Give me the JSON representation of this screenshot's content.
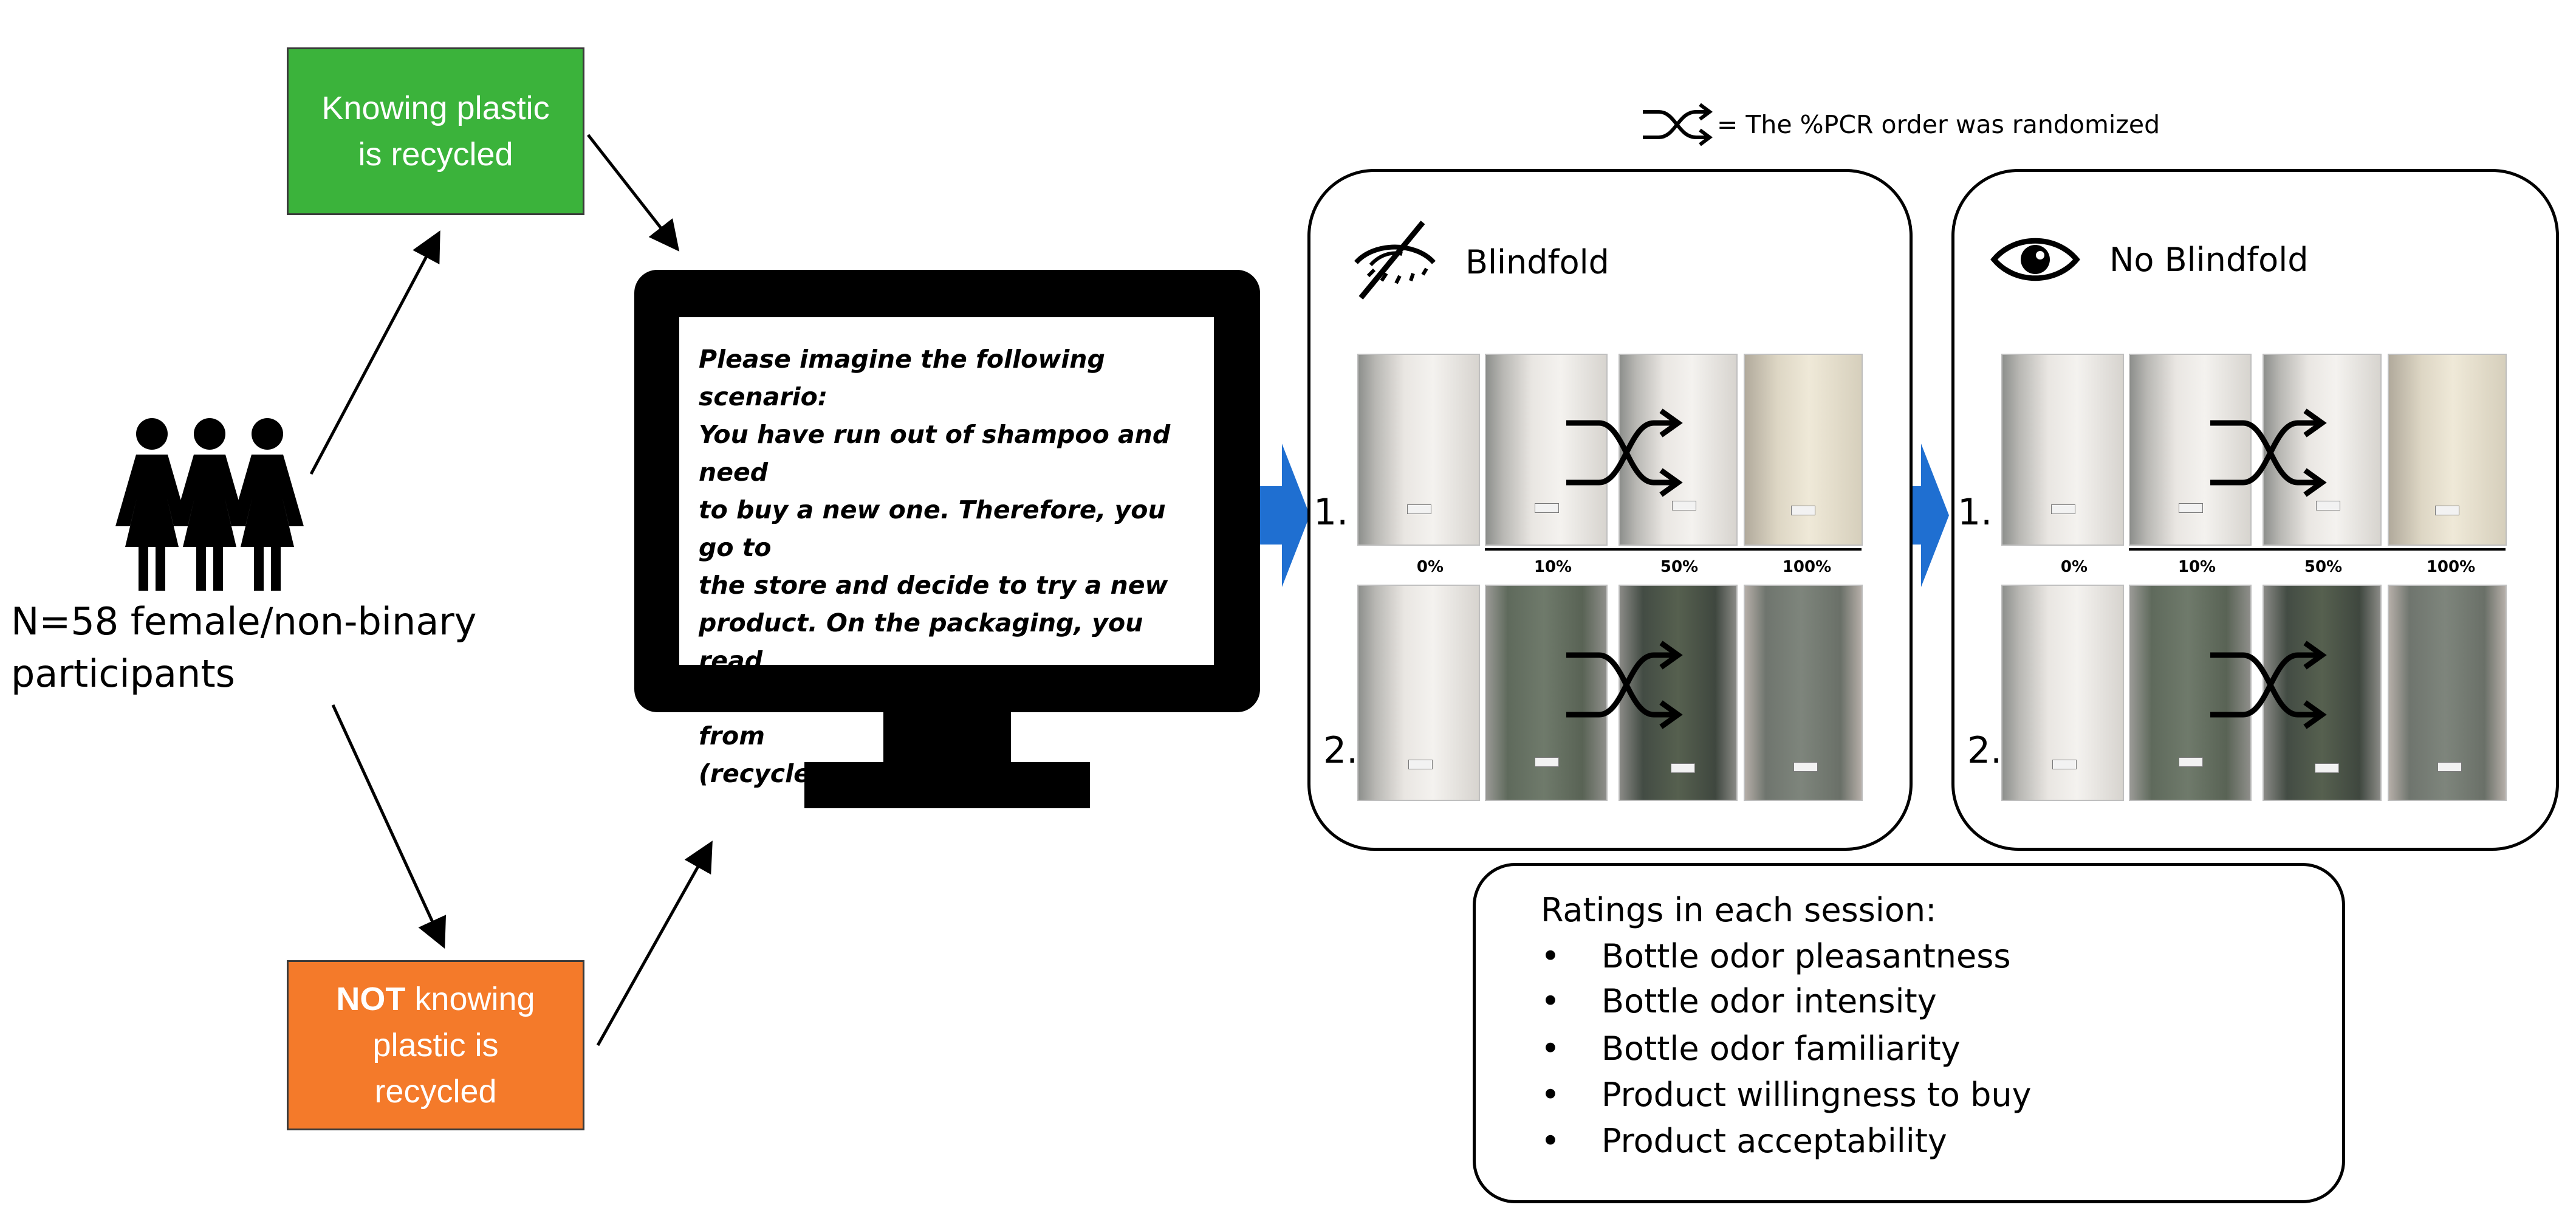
{
  "participants": {
    "label": "N=58 female/non-binary participants"
  },
  "conditions": {
    "knowing": "Knowing plastic is recycled",
    "not_knowing_bold": "NOT",
    "not_knowing_rest": " knowing plastic is recycled"
  },
  "scenario_text": "Please imagine the following scenario:\nYou have run out of shampoo and need\nto buy a new one. Therefore, you go to\nthe store and decide to try a new\nproduct. On the packaging, you read\nthat the shampoo bottle is made from\n(recycled) plastic.",
  "legend": {
    "icon": "shuffle-icon",
    "text": "= The %PCR order was randomized"
  },
  "sessions": {
    "blindfold": {
      "title": "Blindfold",
      "icon": "eye-slash-icon"
    },
    "no_blindfold": {
      "title": "No Blindfold",
      "icon": "eye-icon"
    }
  },
  "rows": [
    "1.",
    "2."
  ],
  "pcr_levels": [
    "0%",
    "10%",
    "50%",
    "100%"
  ],
  "ratings": {
    "title": "Ratings in each session:",
    "bullet": "•",
    "items": [
      "Bottle odor pleasantness",
      "Bottle odor intensity",
      "Bottle odor familiarity",
      "Product willingness to buy",
      "Product acceptability"
    ]
  },
  "colors": {
    "knowing_box": "#3bb33b",
    "not_knowing_box": "#f47a2a",
    "block_arrow": "#1f6fd1"
  }
}
